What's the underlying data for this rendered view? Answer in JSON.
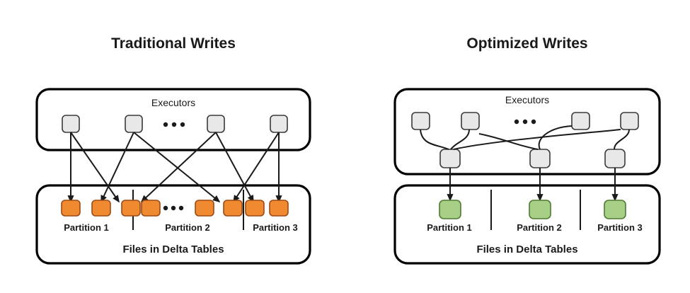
{
  "diagram": {
    "type": "architecture-comparison",
    "background_color": "#ffffff",
    "colors": {
      "outline": "#000000",
      "node_fill": "#e8e8e8",
      "node_stroke": "#3a3a3a",
      "orange_fill": "#f08a31",
      "orange_stroke": "#9c4a16",
      "green_fill": "#a8cf86",
      "green_stroke": "#4f7a33",
      "connector": "#1a1a1a",
      "text": "#1a1a1a"
    },
    "panels": [
      {
        "id": "traditional",
        "title": "Traditional Writes",
        "executors_box": {
          "label": "Executors",
          "nodes": [
            {
              "id": "t-ex-1"
            },
            {
              "id": "t-ex-2"
            },
            {
              "id": "t-ex-3"
            },
            {
              "id": "t-ex-4"
            }
          ],
          "ellipsis": "•••"
        },
        "files_box": {
          "label": "Files in Delta Tables",
          "ellipsis": "•••",
          "partitions": [
            {
              "label": "Partition 1",
              "file_count": 4
            },
            {
              "label": "Partition 2",
              "file_count": 2
            },
            {
              "label": "Partition 3",
              "file_count": 2
            }
          ],
          "total_files": 8,
          "file_color": "#f08a31"
        },
        "connector_style": "straight-crossing-arrows",
        "connector_count": 8
      },
      {
        "id": "optimized",
        "title": "Optimized Writes",
        "executors_box": {
          "label": "Executors",
          "nodes": [
            {
              "id": "o-ex-1"
            },
            {
              "id": "o-ex-2"
            },
            {
              "id": "o-ex-3"
            },
            {
              "id": "o-ex-4"
            }
          ],
          "shuffle_nodes": [
            {
              "id": "o-sh-1"
            },
            {
              "id": "o-sh-2"
            },
            {
              "id": "o-sh-3"
            }
          ],
          "ellipsis": "•••"
        },
        "files_box": {
          "label": "Files in Delta Tables",
          "partitions": [
            {
              "label": "Partition 1",
              "file_count": 1
            },
            {
              "label": "Partition 2",
              "file_count": 1
            },
            {
              "label": "Partition 3",
              "file_count": 1
            }
          ],
          "total_files": 3,
          "file_color": "#a8cf86"
        },
        "connector_style": "curved-shuffle-then-straight-arrows",
        "connector_count": 3
      }
    ]
  }
}
